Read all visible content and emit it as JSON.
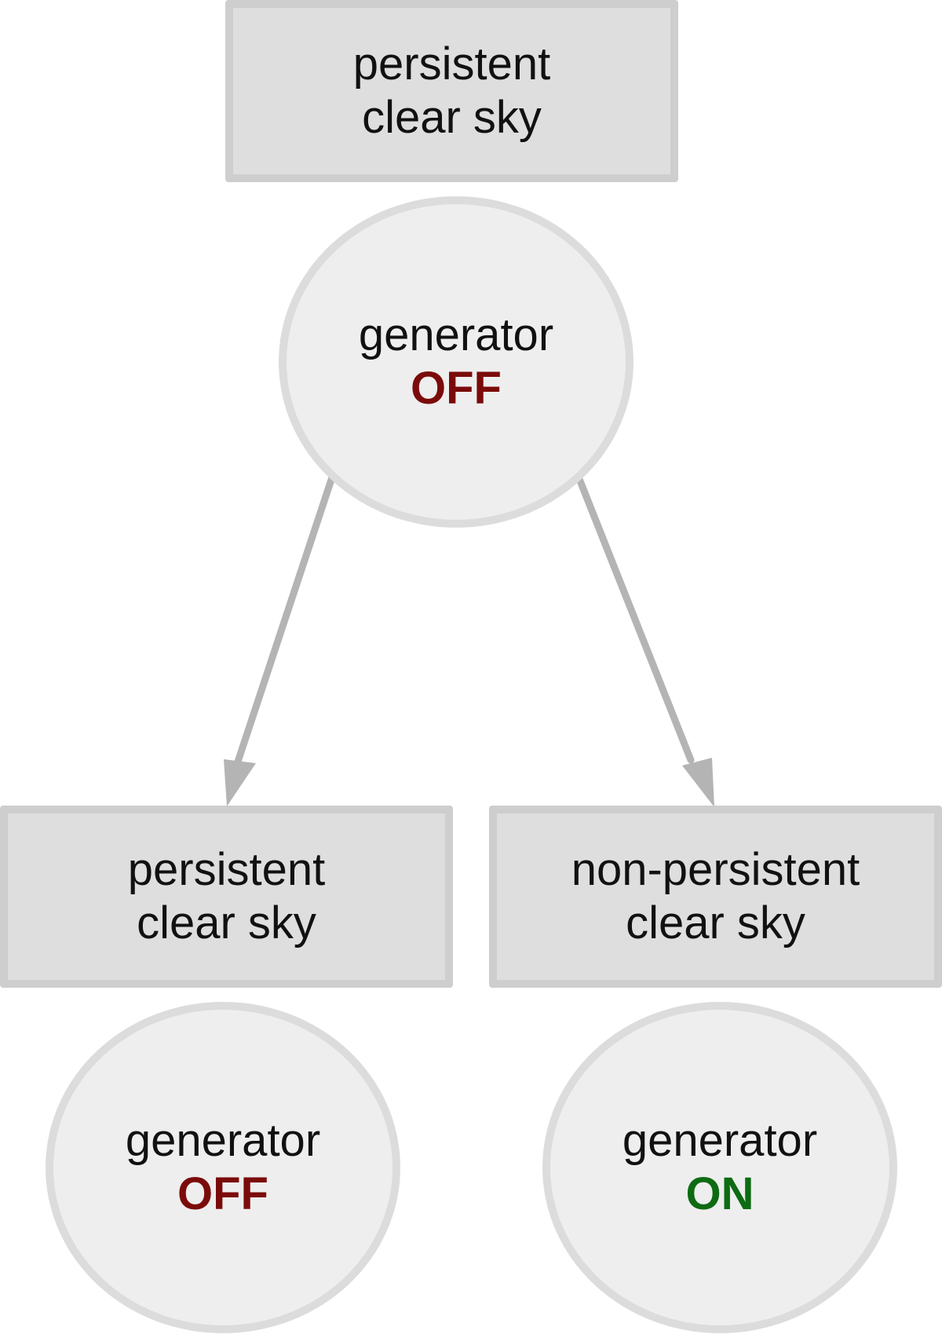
{
  "diagram": {
    "top": {
      "condition": {
        "line1": "persistent",
        "line2": "clear sky"
      },
      "generator": {
        "label": "generator",
        "state": "OFF"
      }
    },
    "left": {
      "condition": {
        "line1": "persistent",
        "line2": "clear sky"
      },
      "generator": {
        "label": "generator",
        "state": "OFF"
      }
    },
    "right": {
      "condition": {
        "line1": "non-persistent",
        "line2": "clear sky"
      },
      "generator": {
        "label": "generator",
        "state": "ON"
      }
    }
  },
  "colors": {
    "box_fill": "#dedede",
    "box_border": "#cecece",
    "circle_fill": "#eeeeee",
    "circle_border": "#dcdcdc",
    "state_off": "#7b0b0b",
    "state_on": "#0d6b12",
    "edge": "#b4b4b4"
  }
}
